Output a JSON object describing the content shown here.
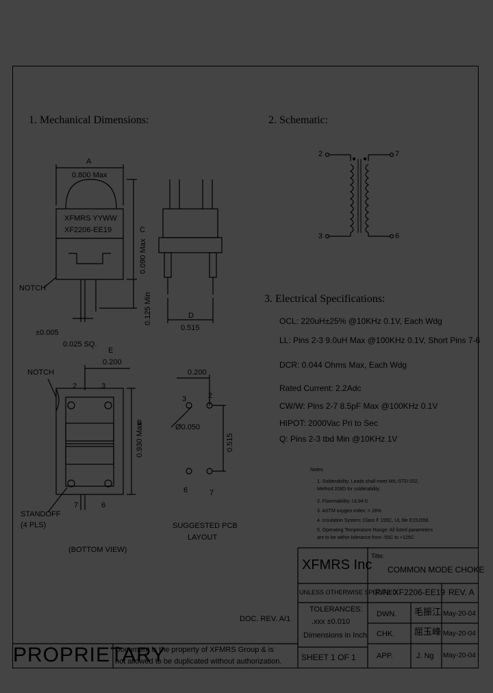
{
  "headings": {
    "mechanical": "1. Mechanical Dimensions:",
    "schematic": "2. Schematic:",
    "electrical": "3. Electrical Specifications:"
  },
  "mechanical": {
    "dim_a": "A",
    "dim_a_value": "0.800 Max",
    "marking_line1": "XFMRS   YYWW",
    "marking_line2": "XF2206-EE19",
    "dim_c": "C",
    "dim_c_value": "0.090 Max",
    "dim_pin_len": "0.125 Min",
    "notch_label": "NOTCH",
    "dim_d": "D",
    "dim_d_value": "0.515",
    "tolerance_pin": "±0.005",
    "pin_square": "0.025 SQ.",
    "dim_e": "E",
    "dim_e_value": "0.200",
    "notch_label_bottom": "NOTCH",
    "pin2": "2",
    "pin3": "3",
    "pin7": "7",
    "pin6": "6",
    "dim_b": "B",
    "dim_b_value": "0.930 Max",
    "standoff_label_1": "STANDOFF",
    "standoff_label_2": "(4 PLS)",
    "bottom_view": "(BOTTOM VIEW)",
    "pcb_dim_top": "0.200",
    "pcb_pin3": "3",
    "pcb_pin2": "2",
    "pcb_hole": "Ø0.050",
    "pcb_dim_side": "0.515",
    "pcb_pin6": "6",
    "pcb_pin7": "7",
    "pcb_label_1": "SUGGESTED PCB",
    "pcb_label_2": "LAYOUT"
  },
  "schematic": {
    "pin2": "2",
    "pin3": "3",
    "pin7": "7",
    "pin6": "6"
  },
  "electrical": [
    "OCL: 220uH±25% @10KHz 0.1V, Each Wdg",
    "LL: Pins 2-3 9.0uH Max @100KHz 0.1V, Short Pins 7-6",
    "DCR: 0.044 Ohms Max, Each Wdg",
    "Rated Current: 2.2Adc",
    "CW/W: Pins 2-7 8.5pF Max @100KHz 0.1V",
    "HIPOT: 2000Vac Pri to Sec",
    "Q:  Pins 2-3 tbd Min @10KHz 1V"
  ],
  "notes": {
    "title": "Notes:",
    "items": [
      "1. Solderability: Leads shall meet MIL-STD-202,",
      "    Method 208D for solderability.",
      "2. Flammability: UL94-0",
      "3. ASTM oxygen index: > 28%",
      "4. Insulation System: Class F 155C, UL file E151556",
      "5. Operating Temperature Range: All listed parameters",
      "    are to be within tolerance from -55C to +125C"
    ]
  },
  "title_block": {
    "company": "XFMRS Inc",
    "title_label": "Title:",
    "title_value": "COMMON MODE CHOKE",
    "unless": "UNLESS OTHERWISE SPECIFIED",
    "pn_label": "P/N: XF2206-EE19",
    "rev_label": "REV. A",
    "tolerances": "TOLERANCES:",
    "tol_value": ".xxx ±0.010",
    "dim_in_inch": "Dimensions in Inch",
    "dwn_label": "DWN.",
    "dwn_name": "毛振江",
    "dwn_date": "May-20-04",
    "chk_label": "CHK.",
    "chk_name": "屈玉峰",
    "chk_date": "May-20-04",
    "sheet": "SHEET  1  OF  1",
    "app_label": "APP.",
    "app_name": "J. Ng",
    "app_date": "May-20-04",
    "doc_rev": "DOC. REV. A/1",
    "proprietary": "PROPRIETARY",
    "prop_text_1": "Document is the property of XFMRS Group & is",
    "prop_text_2": "not allowed to be duplicated without authorization."
  }
}
